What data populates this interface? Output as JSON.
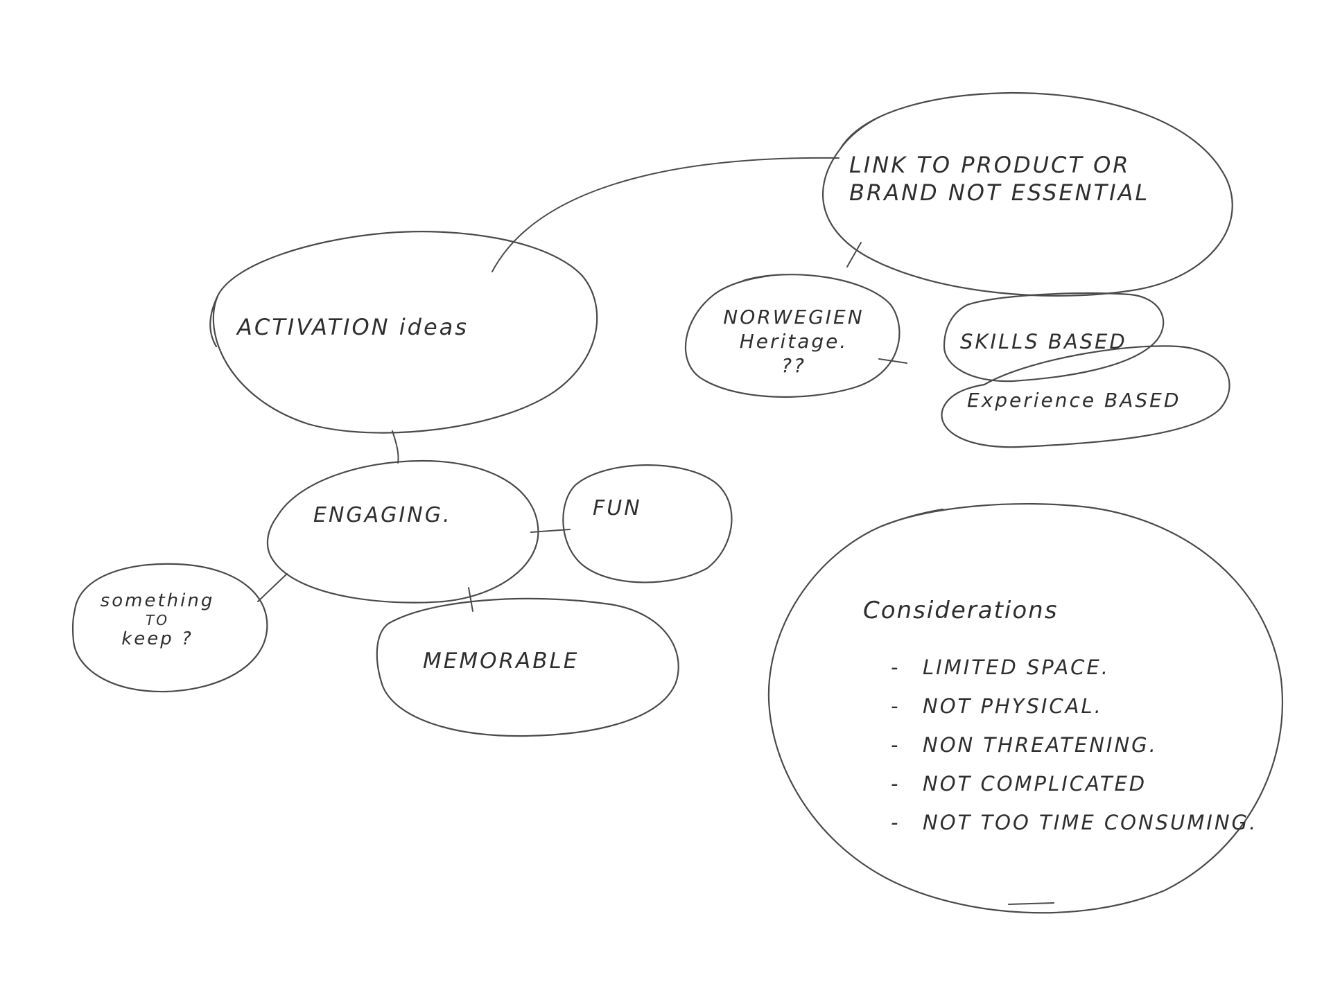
{
  "nodes": {
    "activation_ideas": "ACTIVATION ideas",
    "link_to_product": [
      "LINK TO PRODUCT OR",
      "BRAND NOT ESSENTIAL"
    ],
    "norwegian_heritage": [
      "NORWEGIEN",
      "Heritage.",
      "??"
    ],
    "skills_based": "SKILLS BASED",
    "experience_based": "Experience BASED",
    "engaging": "ENGAGING.",
    "fun": "FUN",
    "something_to_keep": [
      "something",
      "TO",
      "keep ?"
    ],
    "memorable": "MEMORABLE"
  },
  "considerations": {
    "title": "Considerations",
    "items": [
      "LIMITED SPACE.",
      "NOT PHYSICAL.",
      "NON THREATENING.",
      "NOT COMPLICATED",
      "NOT TOO TIME CONSUMING."
    ]
  },
  "colors": {
    "ink": "#4a4a4a",
    "paper": "#ffffff"
  }
}
